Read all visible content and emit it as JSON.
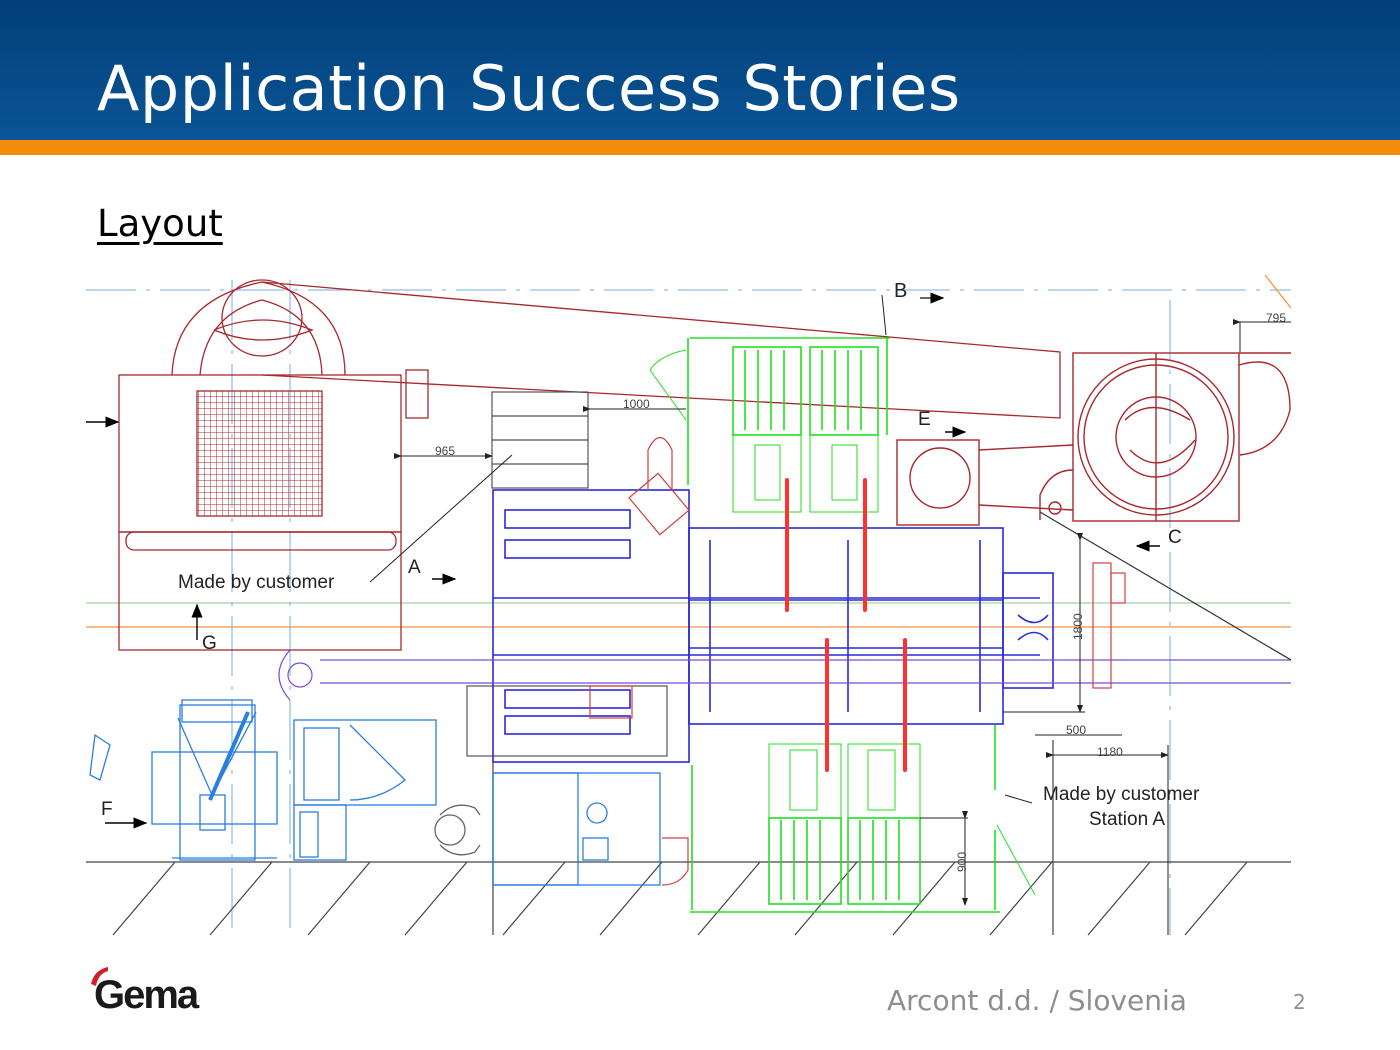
{
  "header": {
    "title": "Application Success Stories",
    "brand_blue": "#064b88",
    "accent_orange": "#f28c0a"
  },
  "section": {
    "subtitle": "Layout"
  },
  "drawing": {
    "annotations": {
      "made_by_customer_left": "Made by customer",
      "made_by_customer_right": "Made by customer",
      "station": "Station A"
    },
    "section_markers": [
      "A",
      "B",
      "C",
      "E",
      "F",
      "G"
    ],
    "dimensions": {
      "d965": "965",
      "d1000": "1000",
      "d795": "795",
      "d1800": "1800",
      "d500": "500",
      "d1180": "1180",
      "d900": "900"
    },
    "colors": {
      "booth_red": "#a8282c",
      "conveyor_blue": "#2a2ad6",
      "cabinet_green": "#22e022",
      "equipment_lightblue": "#2a7ee0",
      "gun_red": "#ff3030",
      "dimension_gray": "#333333"
    }
  },
  "footer": {
    "logo": "Gema",
    "customer": "Arcont d.d. / Slovenia",
    "page_number": "2"
  }
}
